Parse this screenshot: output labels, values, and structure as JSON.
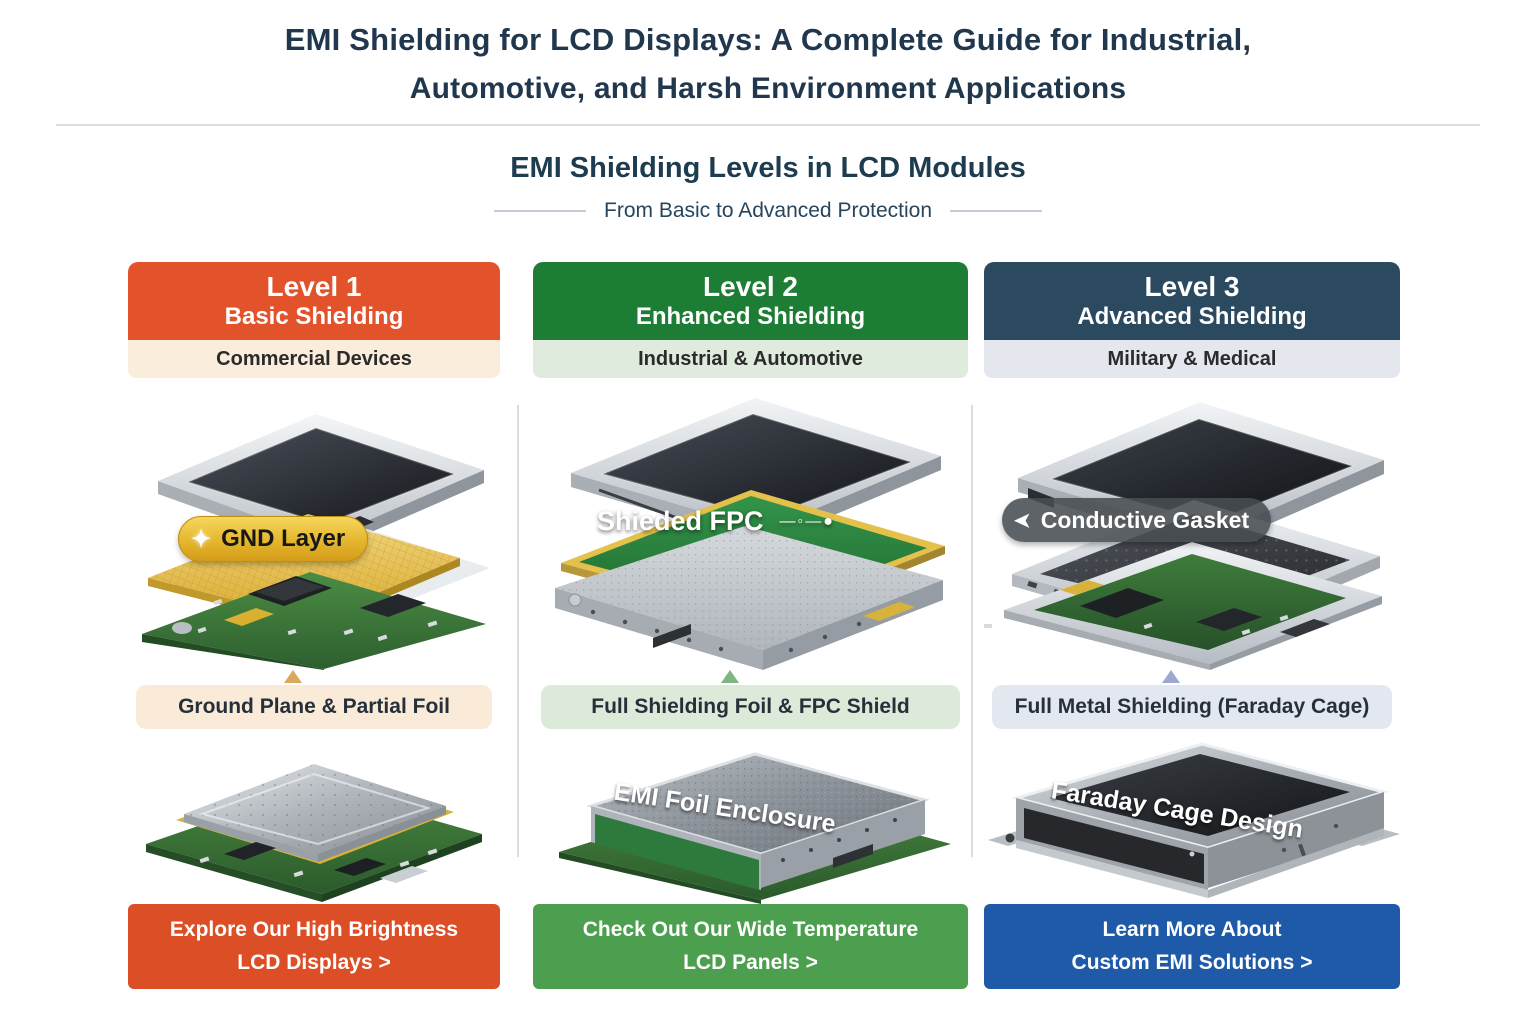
{
  "header": {
    "title_line1": "EMI Shielding for LCD Displays: A Complete Guide for Industrial,",
    "title_line2": "Automotive, and Harsh Environment Applications"
  },
  "section": {
    "title": "EMI Shielding Levels in LCD Modules",
    "subtitle": "From Basic to Advanced Protection"
  },
  "icons": {
    "gnd_label_icon": "✦",
    "gasket_label_icon": "➤",
    "fpc_trace_icon": "—◦—●"
  },
  "columns": [
    {
      "level": "Level 1",
      "shielding": "Basic Shielding",
      "application": "Commercial Devices",
      "layer_label": "GND Layer",
      "caption": "Ground Plane & Partial Foil",
      "bottom_label": "",
      "cta_line1": "Explore Our High Brightness",
      "cta_line2": "LCD Displays >",
      "colors": {
        "header": "#E2532B",
        "subband": "#FAEDDC",
        "caption_bg": "#FAEBD8",
        "triangle": "#DBA85F",
        "cta": "#DC4E26"
      }
    },
    {
      "level": "Level 2",
      "shielding": "Enhanced Shielding",
      "application": "Industrial & Automotive",
      "layer_label": "Shieded FPC",
      "caption": "Full Shielding Foil & FPC Shield",
      "bottom_label": "EMI Foil Enclosure",
      "cta_line1": "Check Out Our Wide Temperature",
      "cta_line2": "LCD Panels >",
      "colors": {
        "header": "#1E7D35",
        "subband": "#DFEBDD",
        "caption_bg": "#DCEBD9",
        "triangle": "#7FB57E",
        "cta": "#4C9F4E"
      }
    },
    {
      "level": "Level 3",
      "shielding": "Advanced Shielding",
      "application": "Military & Medical",
      "layer_label": "Conductive Gasket",
      "caption": "Full Metal Shielding (Faraday Cage)",
      "bottom_label": "Faraday Cage Design",
      "cta_line1": "Learn More About",
      "cta_line2": "Custom EMI Solutions >",
      "colors": {
        "header": "#2C4A5F",
        "subband": "#E4E8EE",
        "caption_bg": "#E3E7F0",
        "triangle": "#9FA8D0",
        "cta": "#1E5AA7"
      }
    }
  ]
}
